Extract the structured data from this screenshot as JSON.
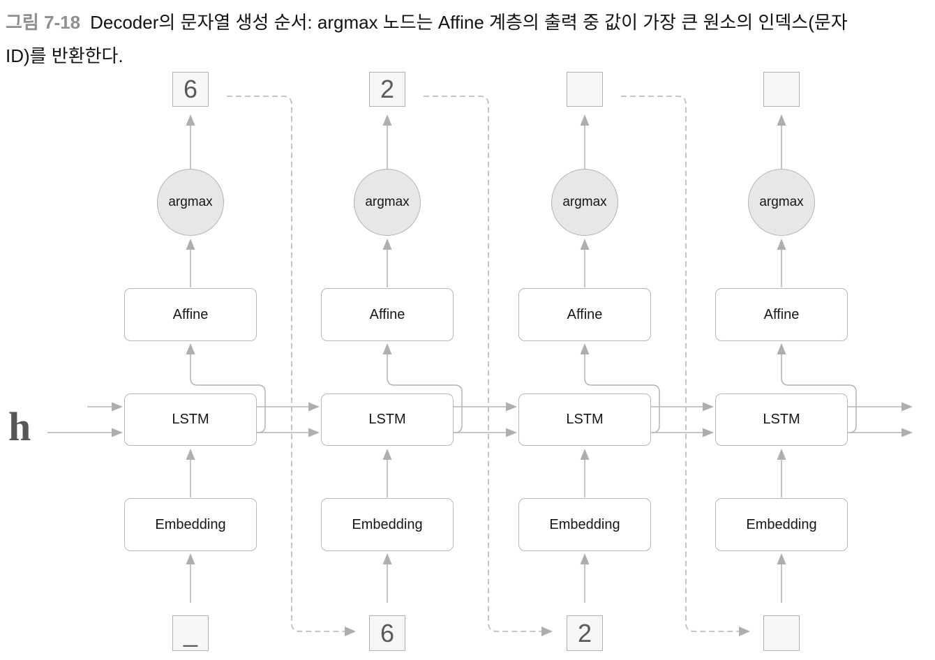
{
  "caption": {
    "prefix": "그림 7-18",
    "line1": "Decoder의 문자열 생성 순서: argmax 노드는 Affine 계층의 출력 중 값이 가장 큰 원소의 인덱스(문자",
    "line2": "ID)를 반환한다."
  },
  "h_label": "h",
  "columns": [
    {
      "output": "6",
      "argmax_label": "argmax",
      "affine_label": "Affine",
      "lstm_label": "LSTM",
      "embedding_label": "Embedding",
      "input": "_"
    },
    {
      "output": "2",
      "argmax_label": "argmax",
      "affine_label": "Affine",
      "lstm_label": "LSTM",
      "embedding_label": "Embedding",
      "input": "6"
    },
    {
      "output": "",
      "argmax_label": "argmax",
      "affine_label": "Affine",
      "lstm_label": "LSTM",
      "embedding_label": "Embedding",
      "input": "2"
    },
    {
      "output": "",
      "argmax_label": "argmax",
      "affine_label": "Affine",
      "lstm_label": "LSTM",
      "embedding_label": "Embedding",
      "input": ""
    }
  ],
  "colors": {
    "wire": "#b3b3b3",
    "arrowhead": "#aeaeae",
    "dashed_wire": "#bdbdbd",
    "box_border": "#b7b7b7",
    "small_box_fill": "#f7f7f7",
    "circle_fill": "#e7e7e7",
    "digit_text": "#5a5a5a",
    "caption_label": "#8f8f8f"
  }
}
